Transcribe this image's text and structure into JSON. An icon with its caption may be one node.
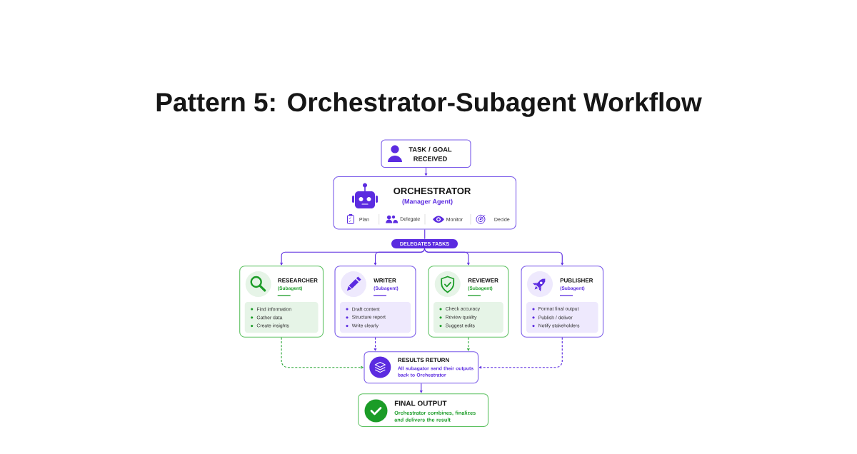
{
  "diagram": {
    "title": "Pattern 5: Orchestrator-Subagent Workflow",
    "nodes": [
      {
        "text": [
          "TASK / GOAL RECEIVED"
        ]
      },
      {
        "text": [
          "ORCHESTRATOR",
          "(Manager Agent)",
          "Plan",
          "Delegate",
          "Monitor",
          "Decide"
        ]
      },
      {
        "text": [
          "DELEGATES TASKS"
        ]
      },
      {
        "text": [
          "RESEARCHER",
          "(Subagent)"
        ]
      },
      {
        "text": [
          "Find information",
          "Gather data",
          "Create insights"
        ],
        "in": 3
      },
      {
        "text": [
          "WRITER",
          "(Subagent)"
        ]
      },
      {
        "text": [
          "Draft content",
          "Structure report",
          "Write clearly"
        ],
        "in": 5
      },
      {
        "text": [
          "REVIEWER",
          "(Subagent)"
        ]
      },
      {
        "text": [
          "Check accuracy",
          "Review quality",
          "Suggest edits"
        ],
        "in": 7
      },
      {
        "text": [
          "PUBLISHER",
          "(Subagent)"
        ]
      },
      {
        "text": [
          "Format final output",
          "Publish / deliver",
          "Notify stakeholders"
        ],
        "in": 9
      },
      {
        "text": [
          "RESULTS RETURN",
          "All subagator send their outputs back to Orchestrator"
        ]
      },
      {
        "text": [
          "FINAL OUTPUT",
          "Orchestrator combines, finalizes and delivers the result"
        ]
      }
    ],
    "edges": [
      {
        "from": 0,
        "to": 1,
        "arrow": "to"
      },
      {
        "from": 1,
        "to": 2,
        "arrow": "none"
      },
      {
        "from": 2,
        "to": 3,
        "arrow": "to"
      },
      {
        "from": 2,
        "to": 5,
        "arrow": "to"
      },
      {
        "from": 2,
        "to": 7,
        "arrow": "to"
      },
      {
        "from": 2,
        "to": 9,
        "arrow": "to"
      },
      {
        "from": 3,
        "to": 11,
        "arrow": "to",
        "style": "dashed",
        "color": "#2ea83a"
      },
      {
        "from": 5,
        "to": 11,
        "arrow": "to",
        "style": "dashed"
      },
      {
        "from": 7,
        "to": 11,
        "arrow": "to",
        "style": "dashed",
        "color": "#2ea83a"
      },
      {
        "from": 9,
        "to": 11,
        "arrow": "to",
        "style": "dashed"
      },
      {
        "from": 11,
        "to": 12,
        "arrow": "to"
      }
    ]
  }
}
